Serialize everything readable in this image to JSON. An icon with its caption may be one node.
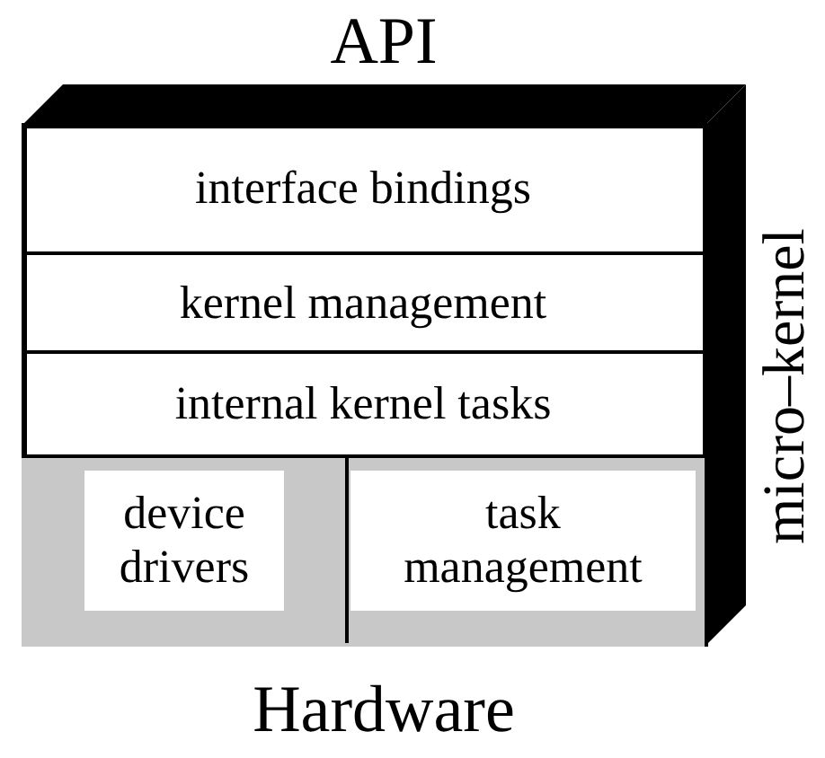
{
  "diagram": {
    "nodes": [
      {
        "text": [
          "micro–kernel"
        ]
      },
      {
        "text": [
          "interface bindings"
        ],
        "in": 0
      },
      {
        "text": [
          "kernel management"
        ],
        "in": 0
      },
      {
        "text": [
          "internal kernel tasks"
        ],
        "in": 0
      },
      {
        "text": [],
        "shape": "box",
        "in": 0
      },
      {
        "text": [
          "device drivers"
        ],
        "in": 4
      },
      {
        "text": [
          "task management"
        ],
        "in": 4
      }
    ],
    "edges": [],
    "labels": [
      "API",
      "Hardware"
    ]
  }
}
